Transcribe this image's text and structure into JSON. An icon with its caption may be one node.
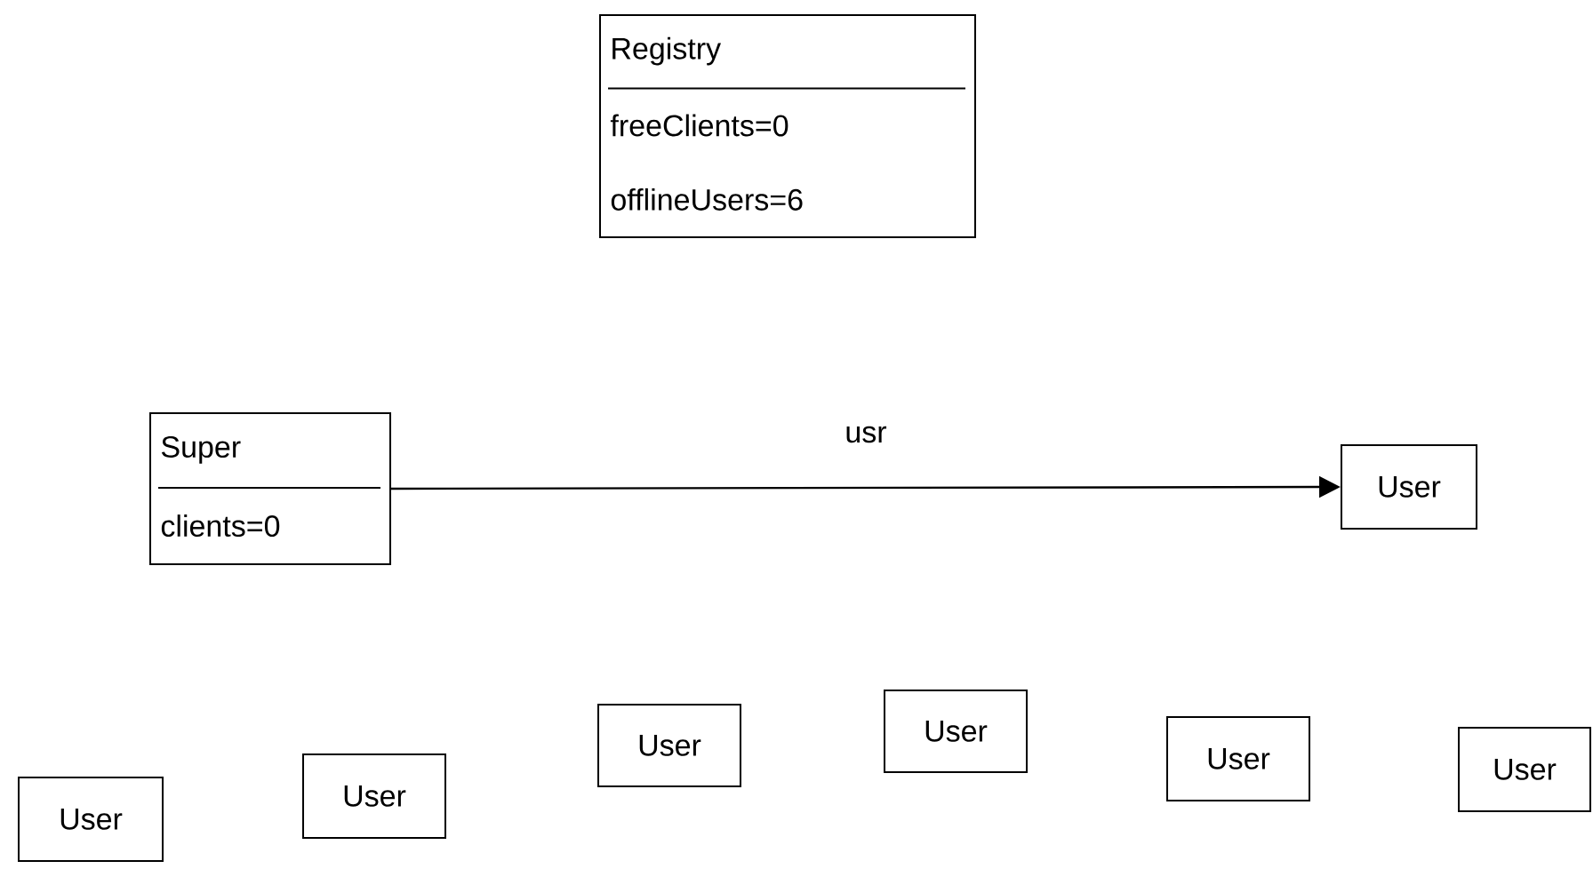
{
  "diagram": {
    "nodes": [
      {
        "text": [
          "Registry",
          "freeClients=0",
          "offlineUsers=6"
        ]
      },
      {
        "text": [
          "Super",
          "clients=0"
        ]
      },
      {
        "text": [
          "User"
        ]
      },
      {
        "text": [
          "User"
        ]
      },
      {
        "text": [
          "User"
        ]
      },
      {
        "text": [
          "User"
        ]
      },
      {
        "text": [
          "User"
        ]
      },
      {
        "text": [
          "User"
        ]
      },
      {
        "text": [
          "User"
        ]
      }
    ],
    "edges": [
      {
        "from": 1,
        "to": 2,
        "arrow": "to",
        "label": "usr"
      }
    ]
  }
}
